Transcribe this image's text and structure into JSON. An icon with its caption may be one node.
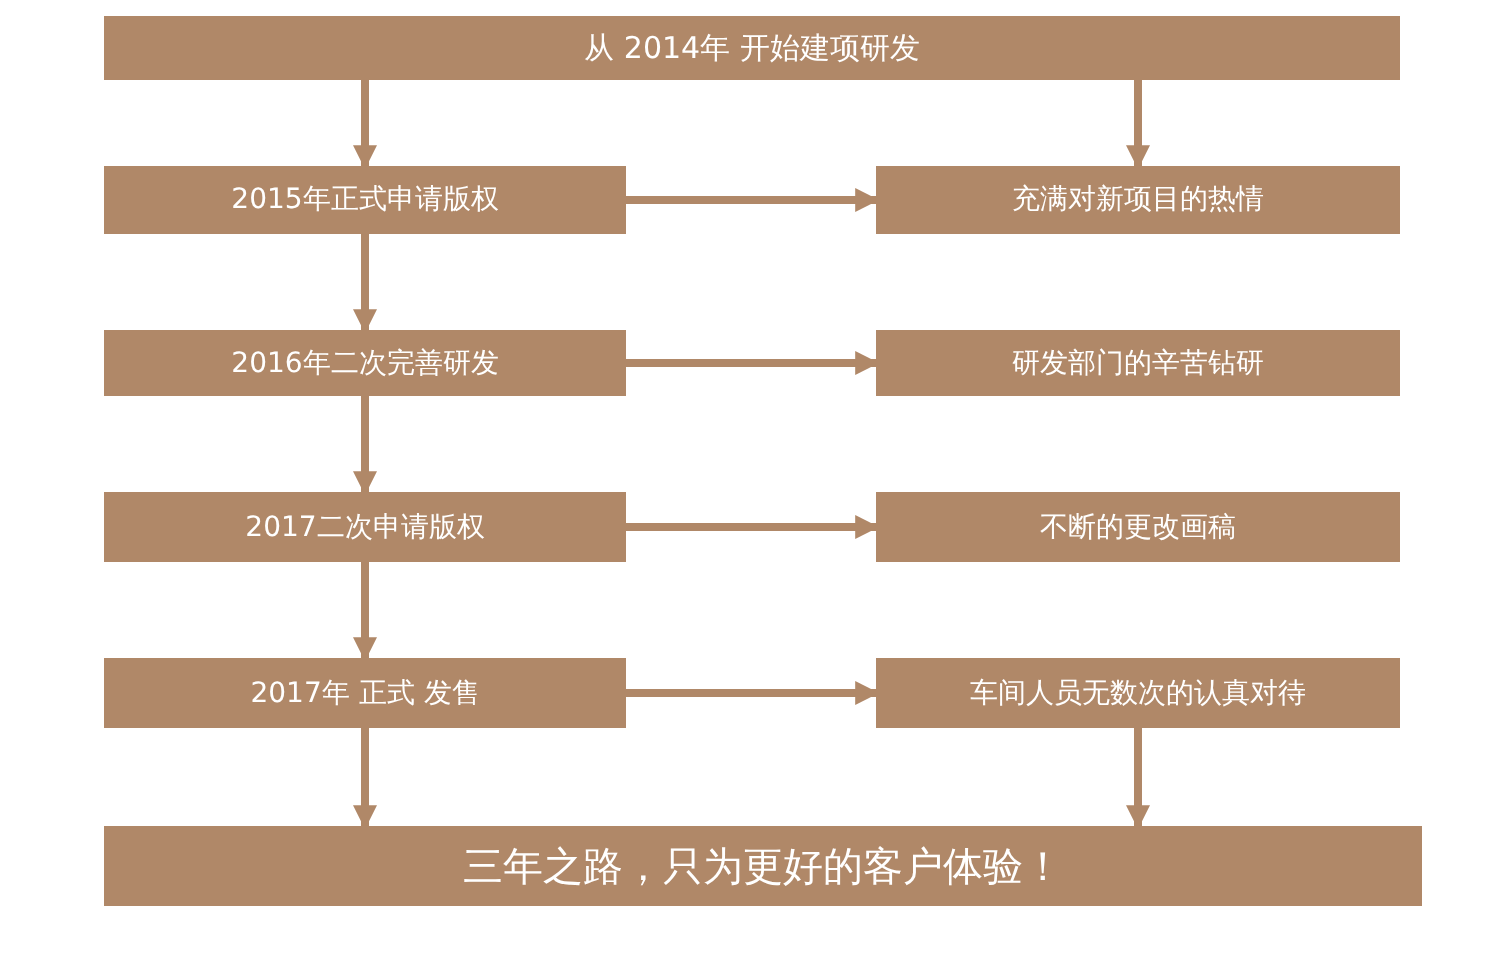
{
  "diagram": {
    "nodes": [
      {
        "text": [
          "从 2014年 开始建项研发"
        ]
      },
      {
        "text": [
          "2015年正式申请版权"
        ]
      },
      {
        "text": [
          "充满对新项目的热情"
        ]
      },
      {
        "text": [
          "2016年二次完善研发"
        ]
      },
      {
        "text": [
          "研发部门的辛苦钻研"
        ]
      },
      {
        "text": [
          "2017二次申请版权"
        ]
      },
      {
        "text": [
          "不断的更改画稿"
        ]
      },
      {
        "text": [
          "2017年 正式 发售"
        ]
      },
      {
        "text": [
          "车间人员无数次的认真对待"
        ]
      },
      {
        "text": [
          "三年之路，只为更好的客户体验！"
        ]
      }
    ],
    "edges": [
      {
        "from": 0,
        "to": 1,
        "arrow": "to"
      },
      {
        "from": 0,
        "to": 2,
        "arrow": "to"
      },
      {
        "from": 1,
        "to": 2,
        "arrow": "to"
      },
      {
        "from": 1,
        "to": 3,
        "arrow": "to"
      },
      {
        "from": 3,
        "to": 4,
        "arrow": "to"
      },
      {
        "from": 3,
        "to": 5,
        "arrow": "to"
      },
      {
        "from": 5,
        "to": 6,
        "arrow": "to"
      },
      {
        "from": 5,
        "to": 7,
        "arrow": "to"
      },
      {
        "from": 7,
        "to": 8,
        "arrow": "to"
      },
      {
        "from": 7,
        "to": 9,
        "arrow": "to"
      },
      {
        "from": 8,
        "to": 9,
        "arrow": "to"
      }
    ]
  }
}
